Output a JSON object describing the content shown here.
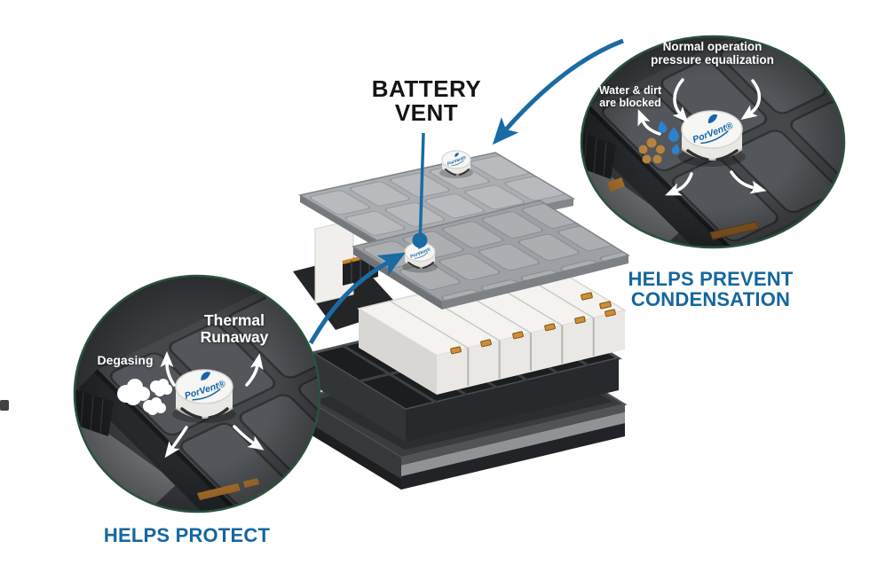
{
  "figure": {
    "title_line1": "BATTERY",
    "title_line2": "VENT",
    "brand": "PorVent®"
  },
  "inset_top_right": {
    "heading_line1": "Normal operation",
    "heading_line2": "pressure equalization",
    "blocked_label_line1": "Water & dirt",
    "blocked_label_line2": "are blocked",
    "caption_line1": "HELPS PREVENT",
    "caption_line2": "CONDENSATION"
  },
  "inset_bottom_left": {
    "heading_line1": "Thermal",
    "heading_line2": "Runaway",
    "degasing_label": "Degasing",
    "caption": "HELPS PROTECT"
  },
  "colors": {
    "caption_blue": "#15679e",
    "arrow_blue": "#1a6ba3",
    "water_blue": "#2e82cc",
    "dirt_brown": "#b5833f",
    "inset_border_green": "#2a523f",
    "vent_logo_blue": "#1565a8",
    "title_black": "#141414"
  }
}
